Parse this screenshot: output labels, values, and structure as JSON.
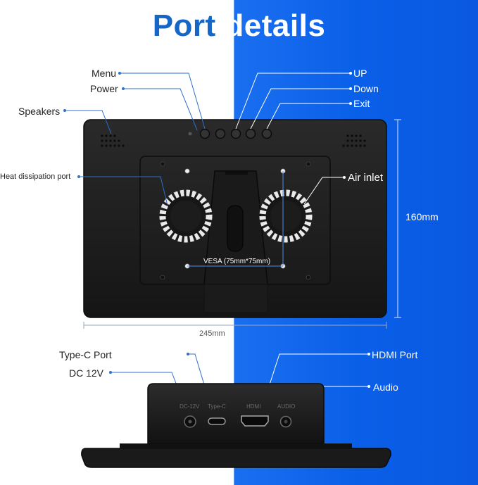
{
  "title": {
    "part1": "Port",
    "part2": "details"
  },
  "labels": {
    "menu": "Menu",
    "power": "Power",
    "speakers": "Speakers",
    "heat_port": "Heat dissipation port",
    "up": "UP",
    "down": "Down",
    "exit": "Exit",
    "air_inlet": "Air inlet",
    "height": "160mm",
    "width": "245mm",
    "vesa": "VESA (75mm*75mm)",
    "type_c_port": "Type-C Port",
    "dc_12v": "DC 12V",
    "hdmi_port": "HDMI Port",
    "audio": "Audio"
  },
  "panel_labels": {
    "dc": "DC-12V",
    "typec": "Type-C",
    "hdmi": "HDMI",
    "audio": "AUDIO"
  },
  "colors": {
    "accent": "#1666c8",
    "background_right": "#0a5fe8",
    "device": "#1b1b1b"
  }
}
